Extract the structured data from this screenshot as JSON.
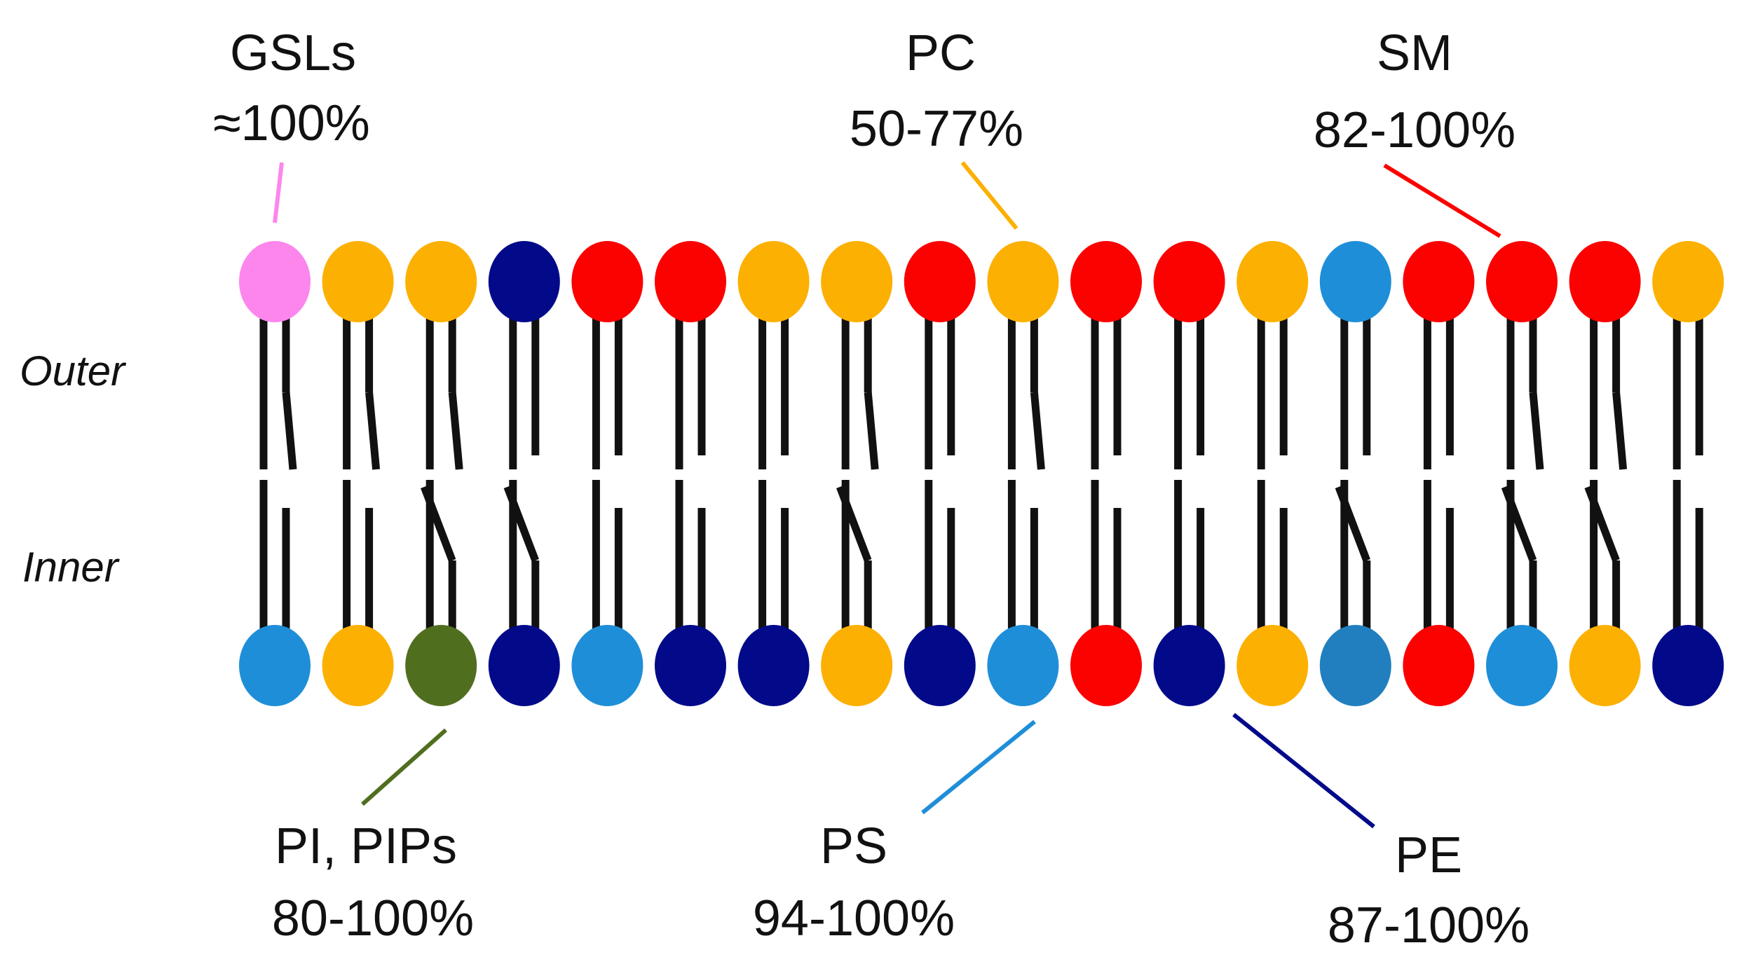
{
  "colors": {
    "PC": "#FCB001",
    "SM": "#FB0100",
    "PE": "#020A8A",
    "PS": "#1F8ED8",
    "PS_dark": "#217FBF",
    "PI": "#4F6F1F",
    "GSL": "#FD86ED",
    "tail": "#111111"
  },
  "leaflets": {
    "outer_label": "Outer",
    "inner_label": "Inner"
  },
  "outer_heads": [
    "GSL",
    "PC",
    "PC",
    "PE",
    "SM",
    "SM",
    "PC",
    "PC",
    "SM",
    "PC",
    "SM",
    "SM",
    "PC",
    "PS",
    "SM",
    "SM",
    "SM",
    "PC"
  ],
  "inner_heads": [
    "PS",
    "PC",
    "PI",
    "PE",
    "PS",
    "PE",
    "PE",
    "PC",
    "PE",
    "PS",
    "SM",
    "PE",
    "PC",
    "PS_dark",
    "SM",
    "PS",
    "PC",
    "PE"
  ],
  "labels": {
    "gsl": {
      "name": "GSLs",
      "value": "≈100%",
      "color_key": "GSL"
    },
    "pc": {
      "name": "PC",
      "value": "50-77%",
      "color_key": "PC"
    },
    "sm": {
      "name": "SM",
      "value": "82-100%",
      "color_key": "SM"
    },
    "pi": {
      "name": "PI, PIPs",
      "value": "80-100%",
      "color_key": "PI"
    },
    "ps": {
      "name": "PS",
      "value": "94-100%",
      "color_key": "PS"
    },
    "pe": {
      "name": "PE",
      "value": "87-100%",
      "color_key": "PE"
    }
  }
}
